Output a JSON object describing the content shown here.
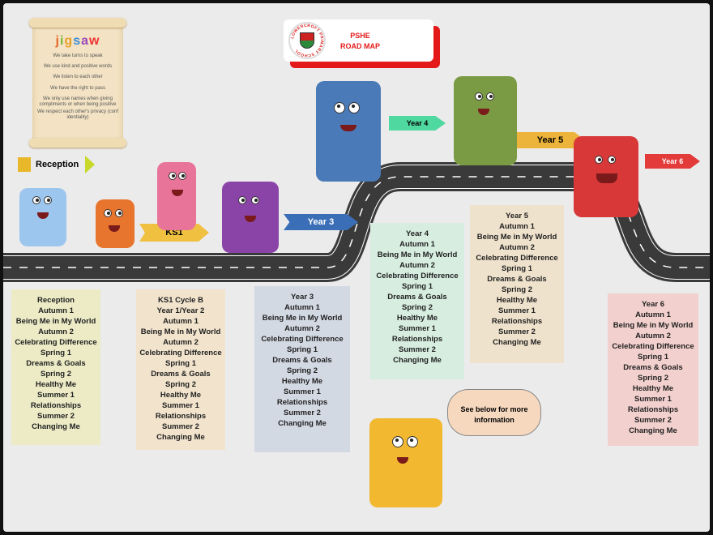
{
  "header": {
    "title_line1": "PSHE",
    "title_line2": "ROAD MAP",
    "school_logo_text": "LOWERCROFT PRIMARY SCHOOL"
  },
  "charter": {
    "logo": "jigsaw",
    "rules": [
      "We take turns to speak",
      "We use kind and positive words",
      "We listen to each other",
      "We have the right to pass",
      "We only use names when giving compliments or when being positive",
      "We respect each other's privacy (conf identiality)"
    ]
  },
  "arrows": {
    "reception": "Reception",
    "ks1": "KS1",
    "year3": "Year 3",
    "year4": "Year 4",
    "year5": "Year 5",
    "year6": "Year 6"
  },
  "colors": {
    "title_red": "#e41a1a",
    "road": "#3a3a3a"
  },
  "boxes": [
    {
      "lines": [
        "Reception",
        "Autumn 1",
        "Being Me in My World",
        "Autumn 2",
        "Celebrating Difference",
        "Spring 1",
        "Dreams & Goals",
        "Spring 2",
        "Healthy Me",
        "Summer 1",
        "Relationships",
        "Summer 2",
        "Changing Me"
      ]
    },
    {
      "lines": [
        "KS1 Cycle B",
        "Year 1/Year 2",
        "Autumn 1",
        "Being Me in My World",
        "Autumn 2",
        "Celebrating Difference",
        "Spring 1",
        "Dreams & Goals",
        "Spring 2",
        "Healthy Me",
        "Summer 1",
        "Relationships",
        "Summer 2",
        "Changing Me"
      ]
    },
    {
      "lines": [
        "Year 3",
        "Autumn 1",
        "Being Me in My World",
        "Autumn 2",
        "Celebrating Difference",
        "Spring 1",
        "Dreams & Goals",
        "Spring 2",
        "Healthy Me",
        "Summer 1",
        "Relationships",
        "Summer 2",
        "Changing Me"
      ]
    },
    {
      "lines": [
        "Year 4",
        "Autumn 1",
        "Being Me in My World",
        "Autumn 2",
        "Celebrating Difference",
        "Spring 1",
        "Dreams & Goals",
        "Spring 2",
        "Healthy Me",
        "Summer 1",
        "Relationships",
        "Summer 2",
        "Changing Me"
      ]
    },
    {
      "lines": [
        "Year 5",
        "Autumn 1",
        "Being Me in My World",
        "Autumn 2",
        "Celebrating Difference",
        "Spring 1",
        "Dreams & Goals",
        "Spring 2",
        "Healthy Me",
        "Summer 1",
        "Relationships",
        "Summer 2",
        "Changing Me"
      ]
    },
    {
      "lines": [
        "Year 6",
        "Autumn 1",
        "Being Me in My World",
        "Autumn 2",
        "Celebrating Difference",
        "Spring 1",
        "Dreams & Goals",
        "Spring 2",
        "Healthy Me",
        "Summer 1",
        "Relationships",
        "Summer 2",
        "Changing Me"
      ]
    }
  ],
  "bubble": {
    "text": "See below for more information"
  }
}
